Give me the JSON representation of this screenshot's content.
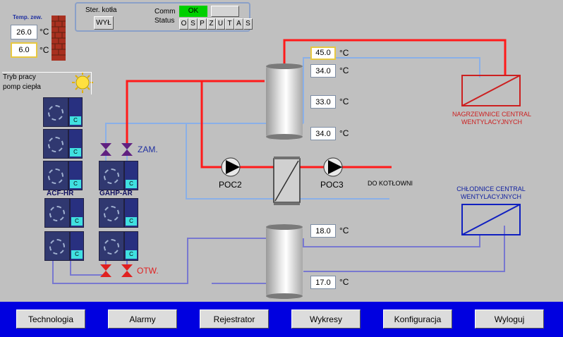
{
  "outdoor": {
    "label": "Temp. zew.",
    "value1": "26.0",
    "value2": "6.0",
    "unit": "°C"
  },
  "boiler": {
    "label": "Ster. kotła",
    "button": "WYŁ"
  },
  "comm": {
    "label1": "Comm",
    "label2": "Status",
    "ok": "OK",
    "cells": [
      "O",
      "S",
      "P",
      "Z",
      "U",
      "T",
      "A",
      "S"
    ]
  },
  "heatpump": {
    "label_line1": "Tryb pracy",
    "label_line2": "pomp ciepła"
  },
  "units": {
    "acf_label": "ACF-HR",
    "gahp_label": "GAHP-AR",
    "panel_letter": "C"
  },
  "valves": {
    "closed": "ZAM.",
    "open": "OTW."
  },
  "pumps": {
    "poc2": "POC2",
    "poc3": "POC3"
  },
  "to_boiler": "DO KOTŁOWNI",
  "heaters": {
    "line1": "NAGRZEWNICE CENTRAL",
    "line2": "WENTYLACYJNYCH"
  },
  "coolers": {
    "line1": "CHŁODNICE CENTRAL",
    "line2": "WENTYLACYJNYCH"
  },
  "upper_tank_temps": [
    "45.0",
    "34.0",
    "33.0",
    "34.0"
  ],
  "lower_tank_temps": [
    "18.0",
    "17.0"
  ],
  "temp_unit": "°C",
  "colors": {
    "hot_pipe": "#ff0000",
    "cold_pipe": "#7fa0e0",
    "return_pipe": "#7878d0",
    "nav_bar": "#0000e0",
    "ok_green": "#00d000"
  },
  "nav": [
    "Technologia",
    "Alarmy",
    "Rejestrator",
    "Wykresy",
    "Konfiguracja",
    "Wyloguj"
  ]
}
